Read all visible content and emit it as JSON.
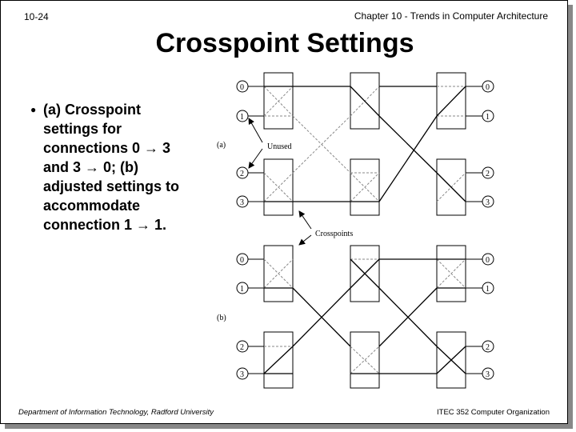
{
  "header": {
    "slide_number": "10-24",
    "chapter": "Chapter 10 - Trends in Computer Architecture"
  },
  "title": "Crosspoint Settings",
  "bullet": {
    "lines": [
      "(a) Crosspoint",
      "settings for",
      "connections 0 → 3",
      "and 3 → 0; (b)",
      "adjusted settings to",
      "accommodate",
      "connection 1 → 1."
    ]
  },
  "diagram": {
    "part_a_label": "(a)",
    "part_b_label": "(b)",
    "unused_label": "Unused",
    "crosspoints_label": "Crosspoints",
    "port_numbers": [
      "0",
      "1",
      "2",
      "3"
    ]
  },
  "footer": {
    "left": "Department of Information Technology, Radford University",
    "right": "ITEC 352 Computer Organization"
  }
}
